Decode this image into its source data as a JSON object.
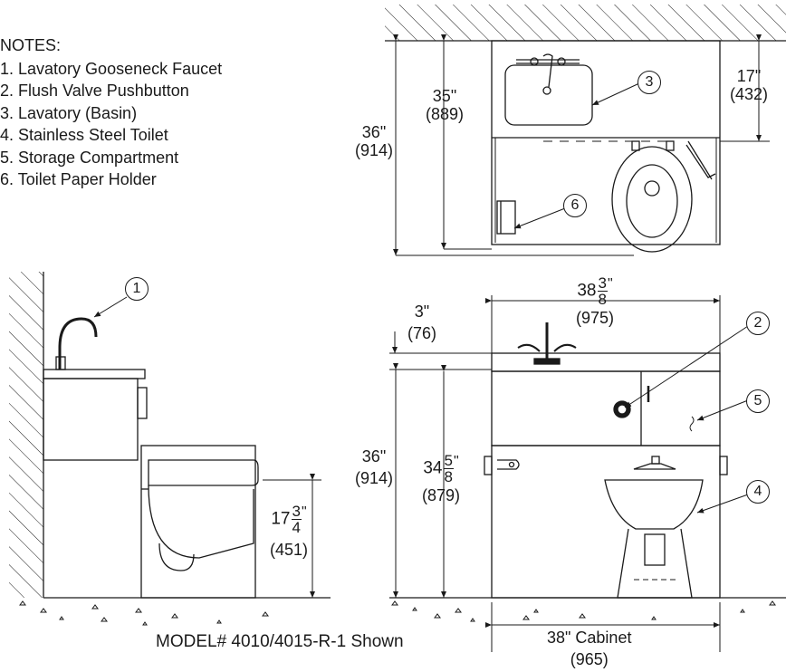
{
  "notes": {
    "title": "NOTES:",
    "items": [
      "1. Lavatory Gooseneck Faucet",
      "2. Flush Valve Pushbutton",
      "3. Lavatory (Basin)",
      "4. Stainless Steel Toilet",
      "5. Storage Compartment",
      "6. Toilet Paper Holder"
    ]
  },
  "callouts": [
    "1",
    "2",
    "3",
    "4",
    "5",
    "6"
  ],
  "dimensions": {
    "top_height_in": "36\"",
    "top_height_mm": "(914)",
    "top_inner_in": "35\"",
    "top_inner_mm": "(889)",
    "basin_depth_in": "17\"",
    "basin_depth_mm": "(432)",
    "toilet_height_whole": "17",
    "toilet_height_num": "3",
    "toilet_height_den": "4",
    "toilet_height_mm": "(451)",
    "front_width_whole": "38",
    "front_width_num": "3",
    "front_width_den": "8",
    "front_width_mm": "(975)",
    "splash_in": "3\"",
    "splash_mm": "(76)",
    "front_height_in": "36\"",
    "front_height_mm": "(914)",
    "counter_height_whole": "34",
    "counter_height_num": "5",
    "counter_height_den": "8",
    "counter_height_mm": "(879)",
    "cabinet_in": "38\" Cabinet",
    "cabinet_mm": "(965)"
  },
  "model": "MODEL# 4010/4015-R-1 Shown"
}
